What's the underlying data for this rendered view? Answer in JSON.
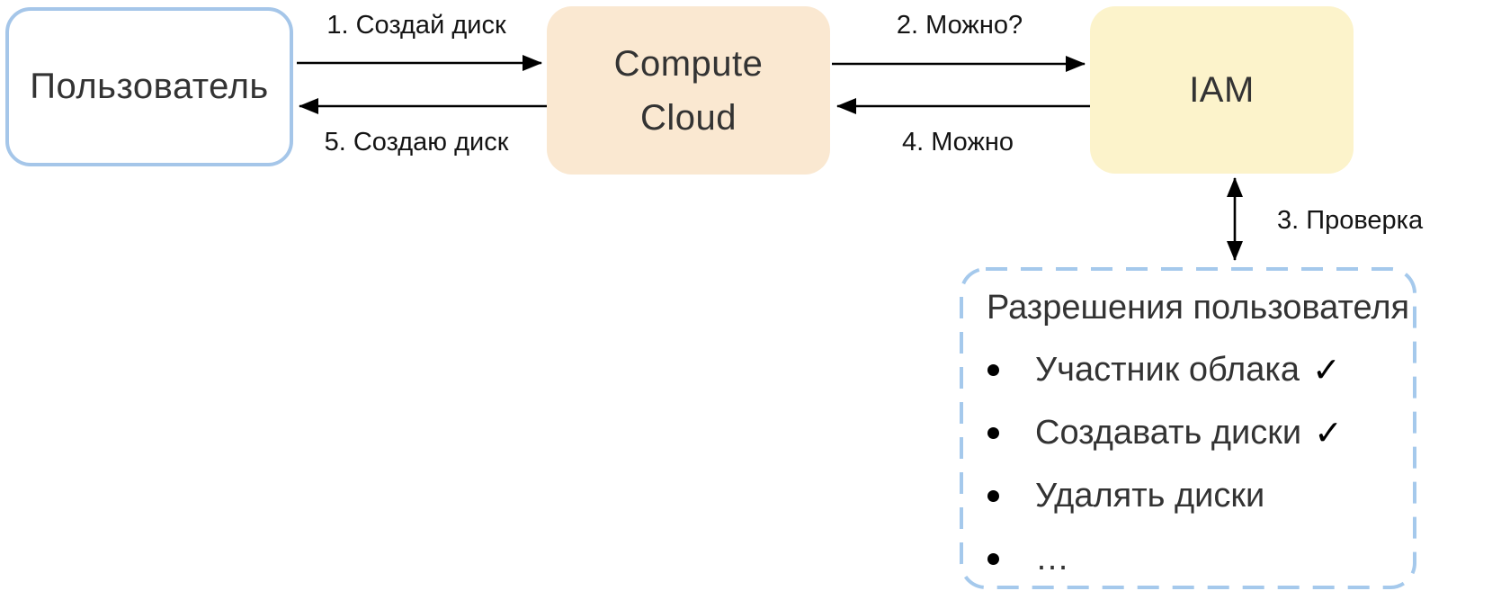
{
  "diagram": {
    "nodes": {
      "user": {
        "label": "Пользователь"
      },
      "compute_cloud": {
        "label": "Compute Cloud"
      },
      "iam": {
        "label": "IAM"
      }
    },
    "arrows": [
      {
        "label": "1. Создай диск",
        "from": "user",
        "to": "compute_cloud",
        "direction": "right"
      },
      {
        "label": "2. Можно?",
        "from": "compute_cloud",
        "to": "iam",
        "direction": "right"
      },
      {
        "label": "3. Проверка",
        "from": "iam",
        "to": "permissions",
        "direction": "both"
      },
      {
        "label": "4. Можно",
        "from": "iam",
        "to": "compute_cloud",
        "direction": "left"
      },
      {
        "label": "5. Создаю диск",
        "from": "compute_cloud",
        "to": "user",
        "direction": "left"
      }
    ],
    "permissions": {
      "title": "Разрешения пользователя",
      "items": [
        {
          "text": "Участник облака",
          "check": "✓"
        },
        {
          "text": "Создавать диски",
          "check": "✓"
        },
        {
          "text": "Удалять диски",
          "check": ""
        },
        {
          "text": "…",
          "check": ""
        }
      ]
    },
    "colors": {
      "user_box_border": "#a5c6e9",
      "user_box_fill": "#ffffff",
      "compute_cloud_fill": "#fae8d1",
      "iam_fill": "#fcf3cb",
      "permissions_dashed_border": "#a5c9ec",
      "arrow": "#000000",
      "text": "#333333"
    }
  }
}
